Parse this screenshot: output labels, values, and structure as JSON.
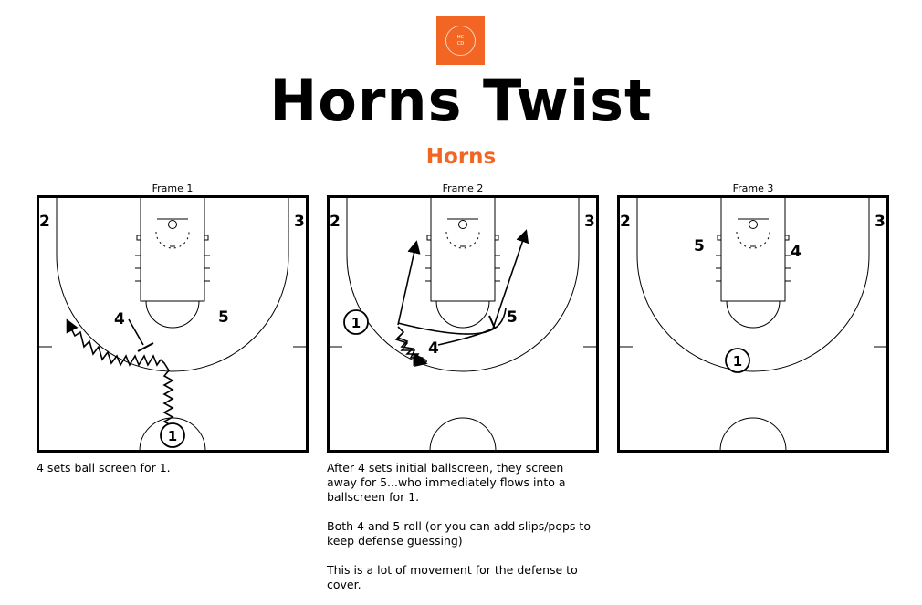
{
  "logo": {
    "line1": "HC",
    "line2": "CD",
    "color": "#f26522"
  },
  "title": "Horns Twist",
  "subtitle": "Horns",
  "accent_color": "#f26522",
  "frames": [
    {
      "label": "Frame 1",
      "caption": "4 sets ball screen for 1.",
      "players": {
        "p2": "2",
        "p3": "3",
        "p4": "4",
        "p5": "5",
        "p1": "1"
      }
    },
    {
      "label": "Frame 2",
      "caption": "After 4 sets initial ballscreen, they screen away for 5...who immediately flows into a ballscreen for 1.\n\nBoth 4 and 5 roll (or you can add slips/pops to keep defense guessing)\n\nThis is a lot of movement for the defense to cover.",
      "players": {
        "p2": "2",
        "p3": "3",
        "p4": "4",
        "p5": "5",
        "p1": "1"
      }
    },
    {
      "label": "Frame 3",
      "caption": "",
      "players": {
        "p2": "2",
        "p3": "3",
        "p4": "4",
        "p5": "5",
        "p1": "1"
      }
    }
  ]
}
